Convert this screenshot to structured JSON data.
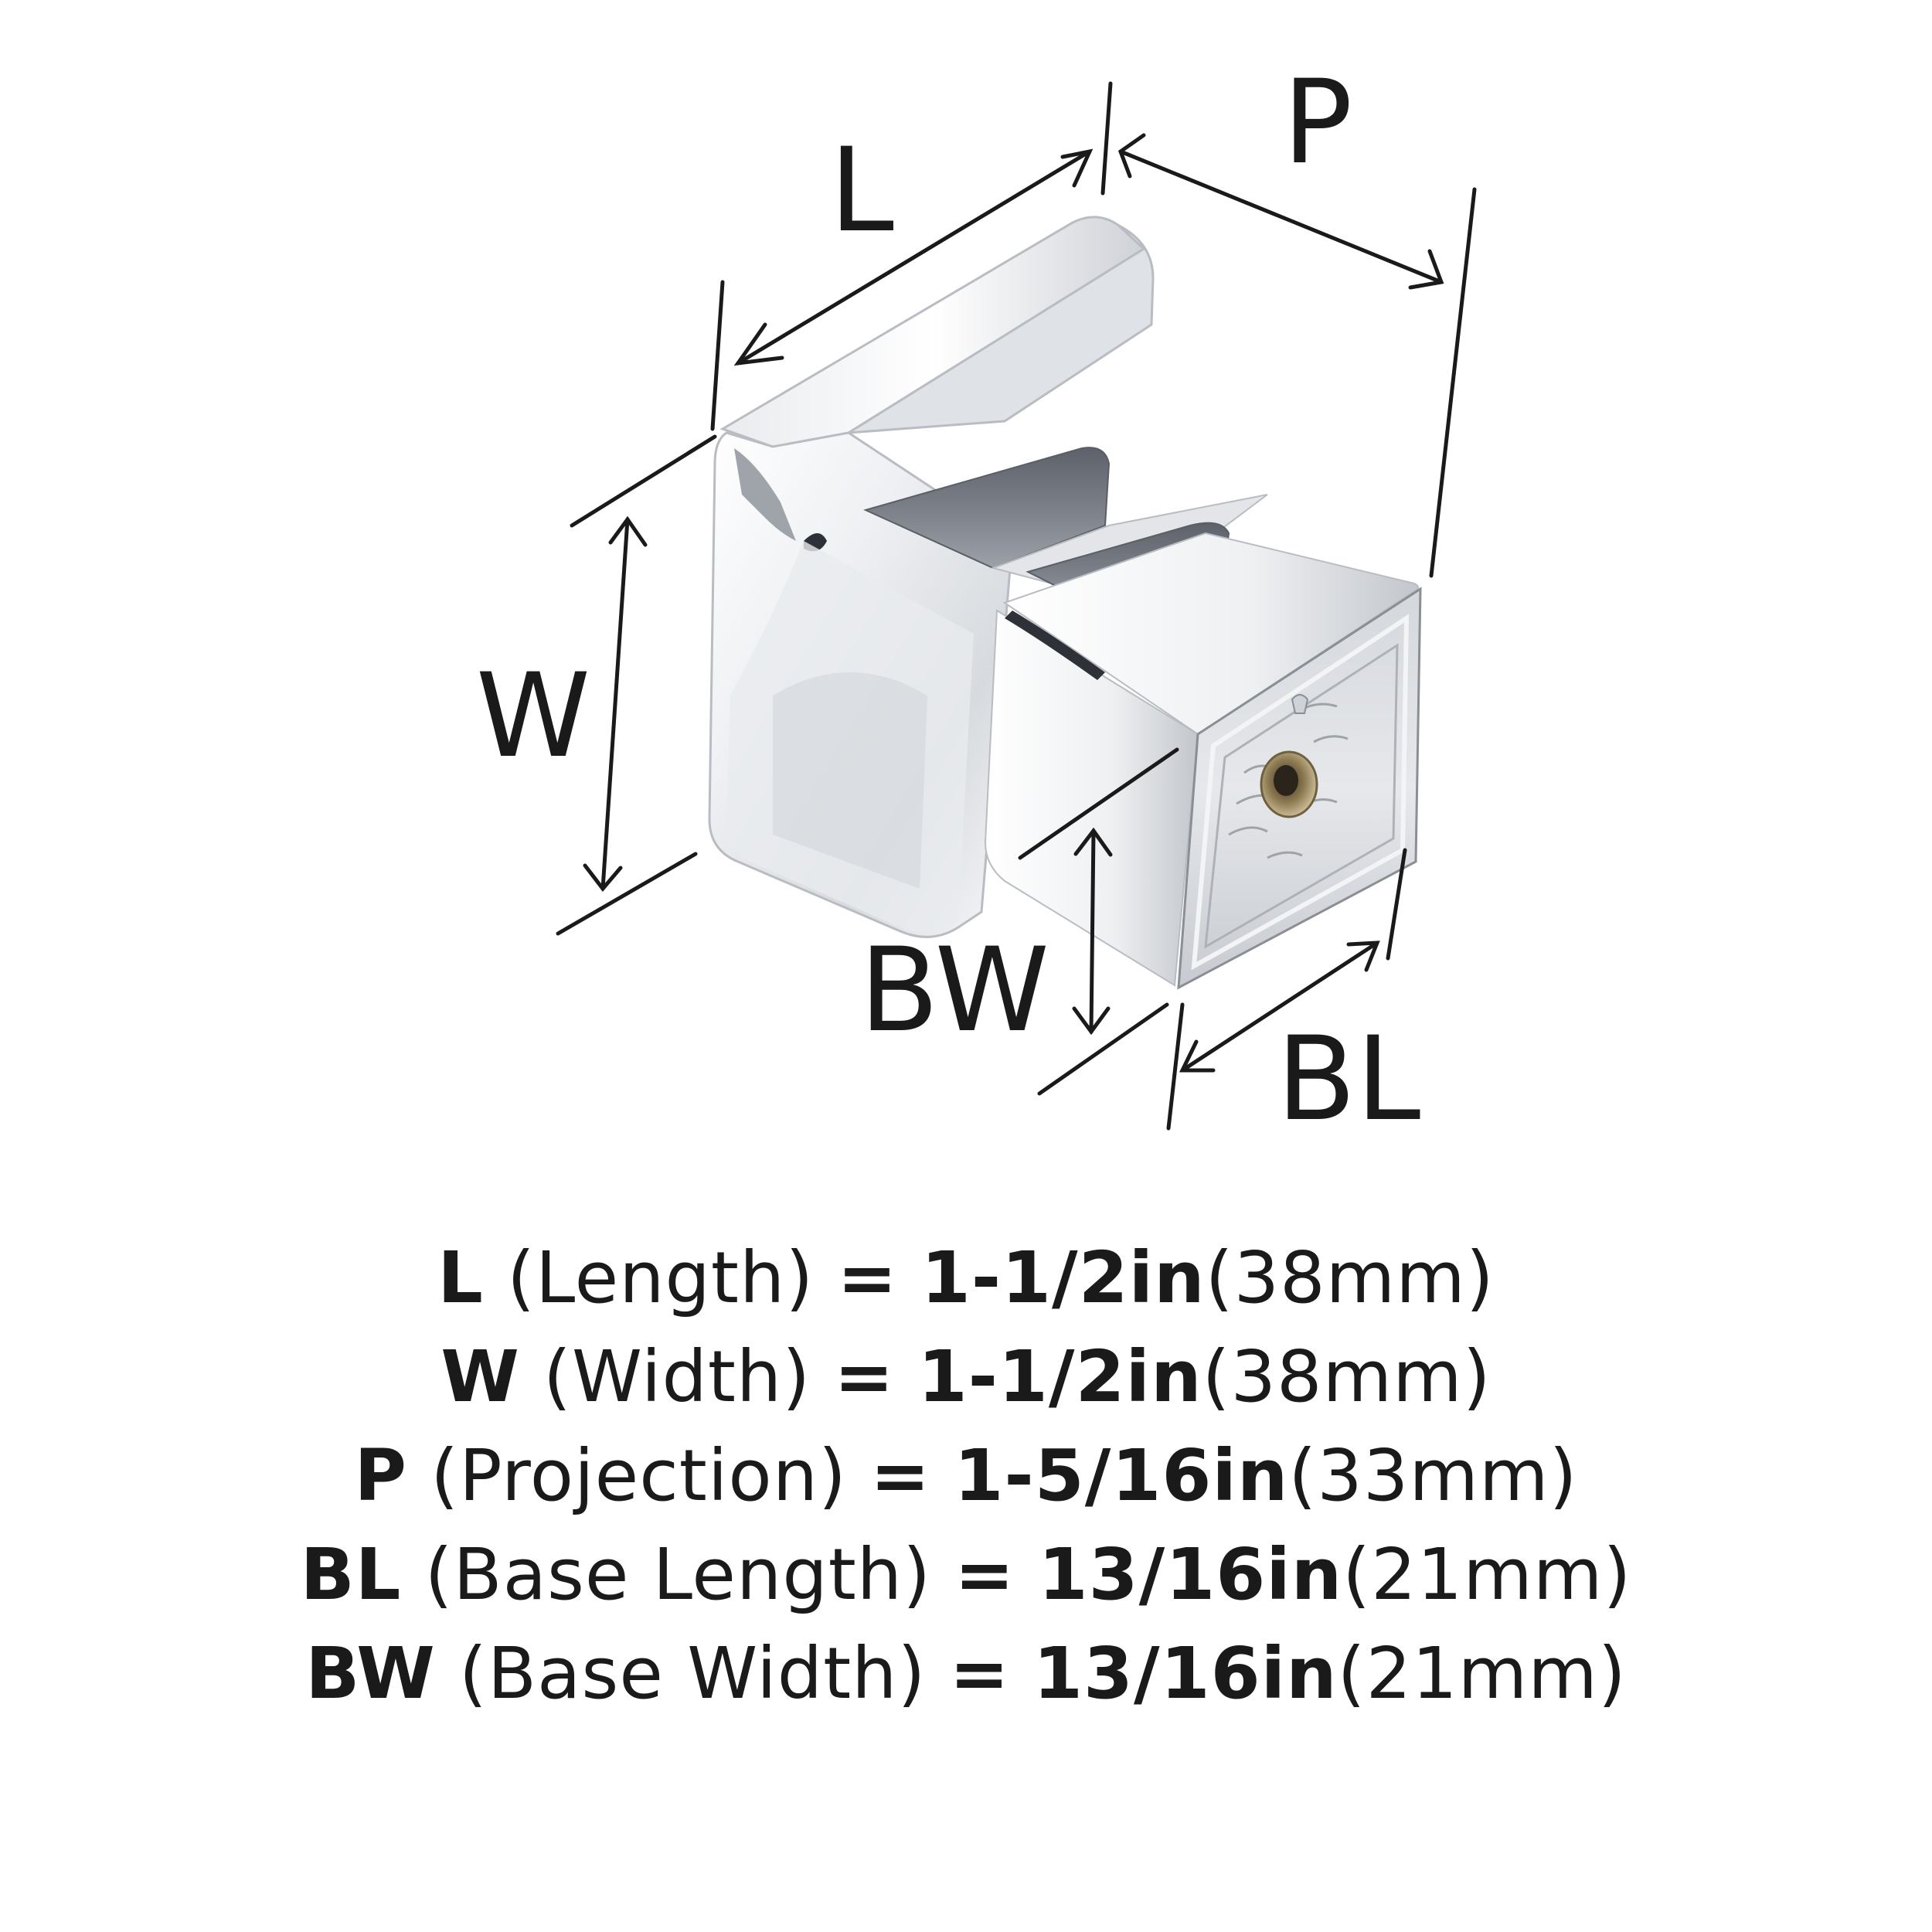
{
  "diagram": {
    "labels": {
      "L": "L",
      "P": "P",
      "W": "W",
      "BW": "BW",
      "BL": "BL"
    },
    "colors": {
      "ink": "#1a1a1a",
      "chrome_light": "#f4f5f7",
      "chrome_mid": "#c9ccd2",
      "chrome_dark": "#6c7079",
      "chrome_deep": "#4a4e56",
      "brass": "#a89060"
    }
  },
  "specs": [
    {
      "abbr": "L",
      "name": "(Length)",
      "eq": "=",
      "inches": "1-1/2in",
      "mm": "(38mm)"
    },
    {
      "abbr": "W",
      "name": "(Width)",
      "eq": "=",
      "inches": "1-1/2in",
      "mm": "(38mm)"
    },
    {
      "abbr": "P",
      "name": "(Projection)",
      "eq": "=",
      "inches": "1-5/16in",
      "mm": "(33mm)"
    },
    {
      "abbr": "BL",
      "name": "(Base Length)",
      "eq": "=",
      "inches": "13/16in",
      "mm": "(21mm)"
    },
    {
      "abbr": "BW",
      "name": "(Base Width)",
      "eq": "=",
      "inches": "13/16in",
      "mm": "(21mm)"
    }
  ]
}
